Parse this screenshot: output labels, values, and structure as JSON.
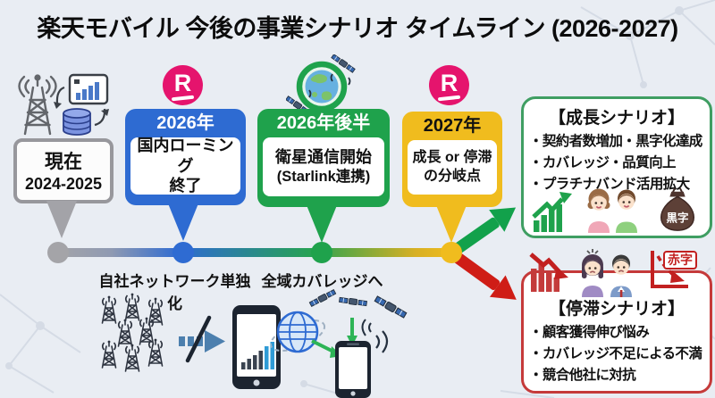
{
  "title": "楽天モバイル 今後の事業シナリオ タイムライン (2026-2027)",
  "brand": {
    "logo_letter": "R"
  },
  "timeline": {
    "stages": [
      {
        "name": "current",
        "line1": "現在",
        "line2": "2024-2025"
      },
      {
        "name": "2026",
        "header": "2026年",
        "line1": "国内ローミング",
        "line2": "終了"
      },
      {
        "name": "2026-late",
        "header": "2026年後半",
        "line1": "衛星通信開始",
        "line2": "(Starlink連携)"
      },
      {
        "name": "2027",
        "header": "2027年",
        "line1": "成長 or 停滞",
        "line2": "の分岐点"
      }
    ],
    "annotations": [
      {
        "label": "自社ネットワーク単独化"
      },
      {
        "label": "全域カバレッジへ"
      }
    ]
  },
  "scenarios": {
    "growth": {
      "title": "【成長シナリオ】",
      "bullets": [
        "・契約者数増加・黒字化達成",
        "・カバレッジ・品質向上",
        "・プラチナバンド活用拡大"
      ],
      "moneybag_label": "黒字"
    },
    "stagnation": {
      "title": "【停滞シナリオ】",
      "bullets": [
        "・顧客獲得伸び悩み",
        "・カバレッジ不足による不満",
        "・競合他社に対抗"
      ],
      "badge_label": "赤字"
    }
  },
  "colors": {
    "background": "#e9edf3",
    "blue": "#2e6bd2",
    "green": "#1fa24c",
    "yellow": "#f0bc1e",
    "gray": "#a4a4a8",
    "rakuten_pink": "#e5146d",
    "red": "#cf1d16"
  }
}
